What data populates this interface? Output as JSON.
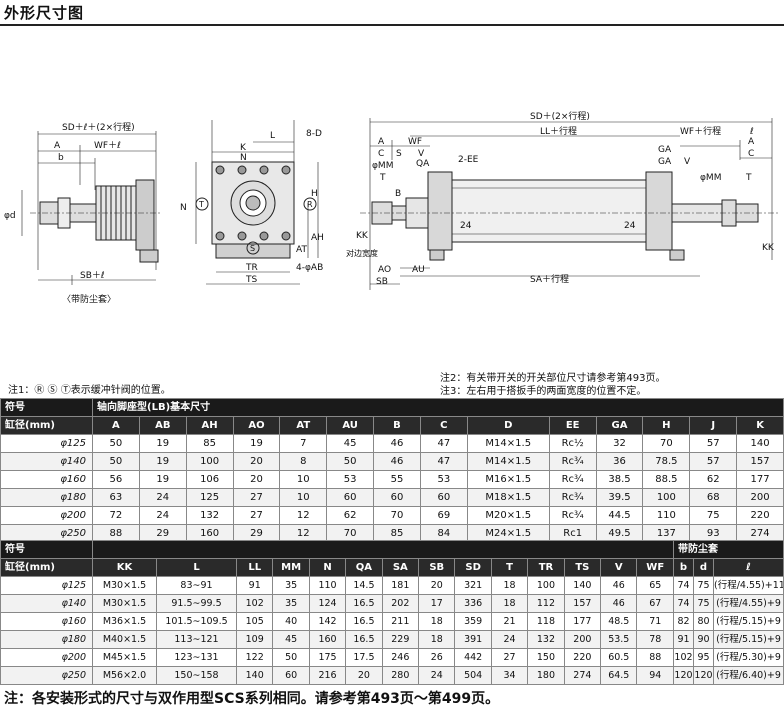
{
  "title": "外形尺寸图",
  "drawing": {
    "left": {
      "dim_top": "SD＋ℓ＋(2×行程)",
      "dim_a": "A",
      "dim_wf": "WF＋ℓ",
      "dim_b": "b",
      "dim_phid": "φd",
      "dim_sb": "SB＋ℓ",
      "caption": "〈带防尘套〉"
    },
    "middle": {
      "dim_l": "L",
      "dim_k": "K",
      "dim_n_top": "N",
      "dim_8d": "8-D",
      "dim_n_side": "N",
      "dim_h": "H",
      "dim_ah": "AH",
      "dim_at": "AT",
      "dim_tr": "TR",
      "dim_ts": "TS",
      "dim_4ab": "4-φAB",
      "mark_t": "T",
      "mark_r": "R",
      "mark_s": "S"
    },
    "right": {
      "dim_top": "SD＋(2×行程)",
      "dim_ll": "LL＋行程",
      "dim_a_left": "A",
      "dim_wf_left": "WF",
      "dim_wf_right": "WF＋行程",
      "dim_l_right": "ℓ",
      "dim_a_right": "A",
      "dim_c_right": "C",
      "dim_c_left": "C",
      "dim_s": "S",
      "dim_v": "V",
      "dim_qa": "QA",
      "dim_ga": "GA",
      "dim_ga2": "GA",
      "dim_v2": "V",
      "dim_2ee": "2-EE",
      "dim_phimm": "φMM",
      "dim_phimm2": "φMM",
      "dim_t": "T",
      "dim_t2": "T",
      "dim_b": "B",
      "dim_kk": "KK",
      "dim_kk2": "KK",
      "label_width": "对边宽度",
      "num_24_left": "24",
      "num_24_right": "24",
      "dim_ao": "AO",
      "dim_au": "AU",
      "dim_sb": "SB",
      "dim_sa": "SA＋行程"
    }
  },
  "notes_left": [
    "注1：Ⓡ Ⓢ Ⓣ表示缓冲针阀的位置。"
  ],
  "notes_right": [
    "注2：有关带开关的开关部位尺寸请参考第493页。",
    "注3：左右用于搭扳手的两面宽度的位置不定。"
  ],
  "table1": {
    "h_symbol": "符号",
    "h_group": "轴向脚座型(LB)基本尺寸",
    "h_bore": "缸径(mm)",
    "columns": [
      "A",
      "AB",
      "AH",
      "AO",
      "AT",
      "AU",
      "B",
      "C",
      "D",
      "EE",
      "GA",
      "H",
      "J",
      "K"
    ],
    "rows": [
      {
        "bore": "φ125",
        "v": [
          "50",
          "19",
          "85",
          "19",
          "7",
          "45",
          "46",
          "47",
          "M14×1.5",
          "Rc½",
          "32",
          "70",
          "57",
          "140"
        ]
      },
      {
        "bore": "φ140",
        "v": [
          "50",
          "19",
          "100",
          "20",
          "8",
          "50",
          "46",
          "47",
          "M14×1.5",
          "Rc¾",
          "36",
          "78.5",
          "57",
          "157"
        ]
      },
      {
        "bore": "φ160",
        "v": [
          "56",
          "19",
          "106",
          "20",
          "10",
          "53",
          "55",
          "53",
          "M16×1.5",
          "Rc¾",
          "38.5",
          "88.5",
          "62",
          "177"
        ]
      },
      {
        "bore": "φ180",
        "v": [
          "63",
          "24",
          "125",
          "27",
          "10",
          "60",
          "60",
          "60",
          "M18×1.5",
          "Rc¾",
          "39.5",
          "100",
          "68",
          "200"
        ]
      },
      {
        "bore": "φ200",
        "v": [
          "72",
          "24",
          "132",
          "27",
          "12",
          "62",
          "70",
          "69",
          "M20×1.5",
          "Rc¾",
          "44.5",
          "110",
          "75",
          "220"
        ]
      },
      {
        "bore": "φ250",
        "v": [
          "88",
          "29",
          "160",
          "29",
          "12",
          "70",
          "85",
          "84",
          "M24×1.5",
          "Rc1",
          "49.5",
          "137",
          "93",
          "274"
        ]
      }
    ]
  },
  "table2": {
    "h_symbol": "符号",
    "h_group": "带防尘套",
    "h_bore": "缸径(mm)",
    "columns": [
      "KK",
      "L",
      "LL",
      "MM",
      "N",
      "QA",
      "SA",
      "SB",
      "SD",
      "T",
      "TR",
      "TS",
      "V",
      "WF",
      "b",
      "d",
      "ℓ"
    ],
    "rows": [
      {
        "bore": "φ125",
        "v": [
          "M30×1.5",
          "83∼91",
          "91",
          "35",
          "110",
          "14.5",
          "181",
          "20",
          "321",
          "18",
          "100",
          "140",
          "46",
          "65",
          "74",
          "75",
          "(行程/4.55)+11"
        ]
      },
      {
        "bore": "φ140",
        "v": [
          "M30×1.5",
          "91.5∼99.5",
          "102",
          "35",
          "124",
          "16.5",
          "202",
          "17",
          "336",
          "18",
          "112",
          "157",
          "46",
          "67",
          "74",
          "75",
          "(行程/4.55)+9"
        ]
      },
      {
        "bore": "φ160",
        "v": [
          "M36×1.5",
          "101.5∼109.5",
          "105",
          "40",
          "142",
          "16.5",
          "211",
          "18",
          "359",
          "21",
          "118",
          "177",
          "48.5",
          "71",
          "82",
          "80",
          "(行程/5.15)+9"
        ]
      },
      {
        "bore": "φ180",
        "v": [
          "M40×1.5",
          "113∼121",
          "109",
          "45",
          "160",
          "16.5",
          "229",
          "18",
          "391",
          "24",
          "132",
          "200",
          "53.5",
          "78",
          "91",
          "90",
          "(行程/5.15)+9"
        ]
      },
      {
        "bore": "φ200",
        "v": [
          "M45×1.5",
          "123∼131",
          "122",
          "50",
          "175",
          "17.5",
          "246",
          "26",
          "442",
          "27",
          "150",
          "220",
          "60.5",
          "88",
          "102",
          "95",
          "(行程/5.30)+9"
        ]
      },
      {
        "bore": "φ250",
        "v": [
          "M56×2.0",
          "150∼158",
          "140",
          "60",
          "216",
          "20",
          "280",
          "24",
          "504",
          "34",
          "180",
          "274",
          "64.5",
          "94",
          "120",
          "120",
          "(行程/6.40)+9"
        ]
      }
    ]
  },
  "footer": "注：各安装形式的尺寸与双作用型SCS系列相同。请参考第493页～第499页。"
}
